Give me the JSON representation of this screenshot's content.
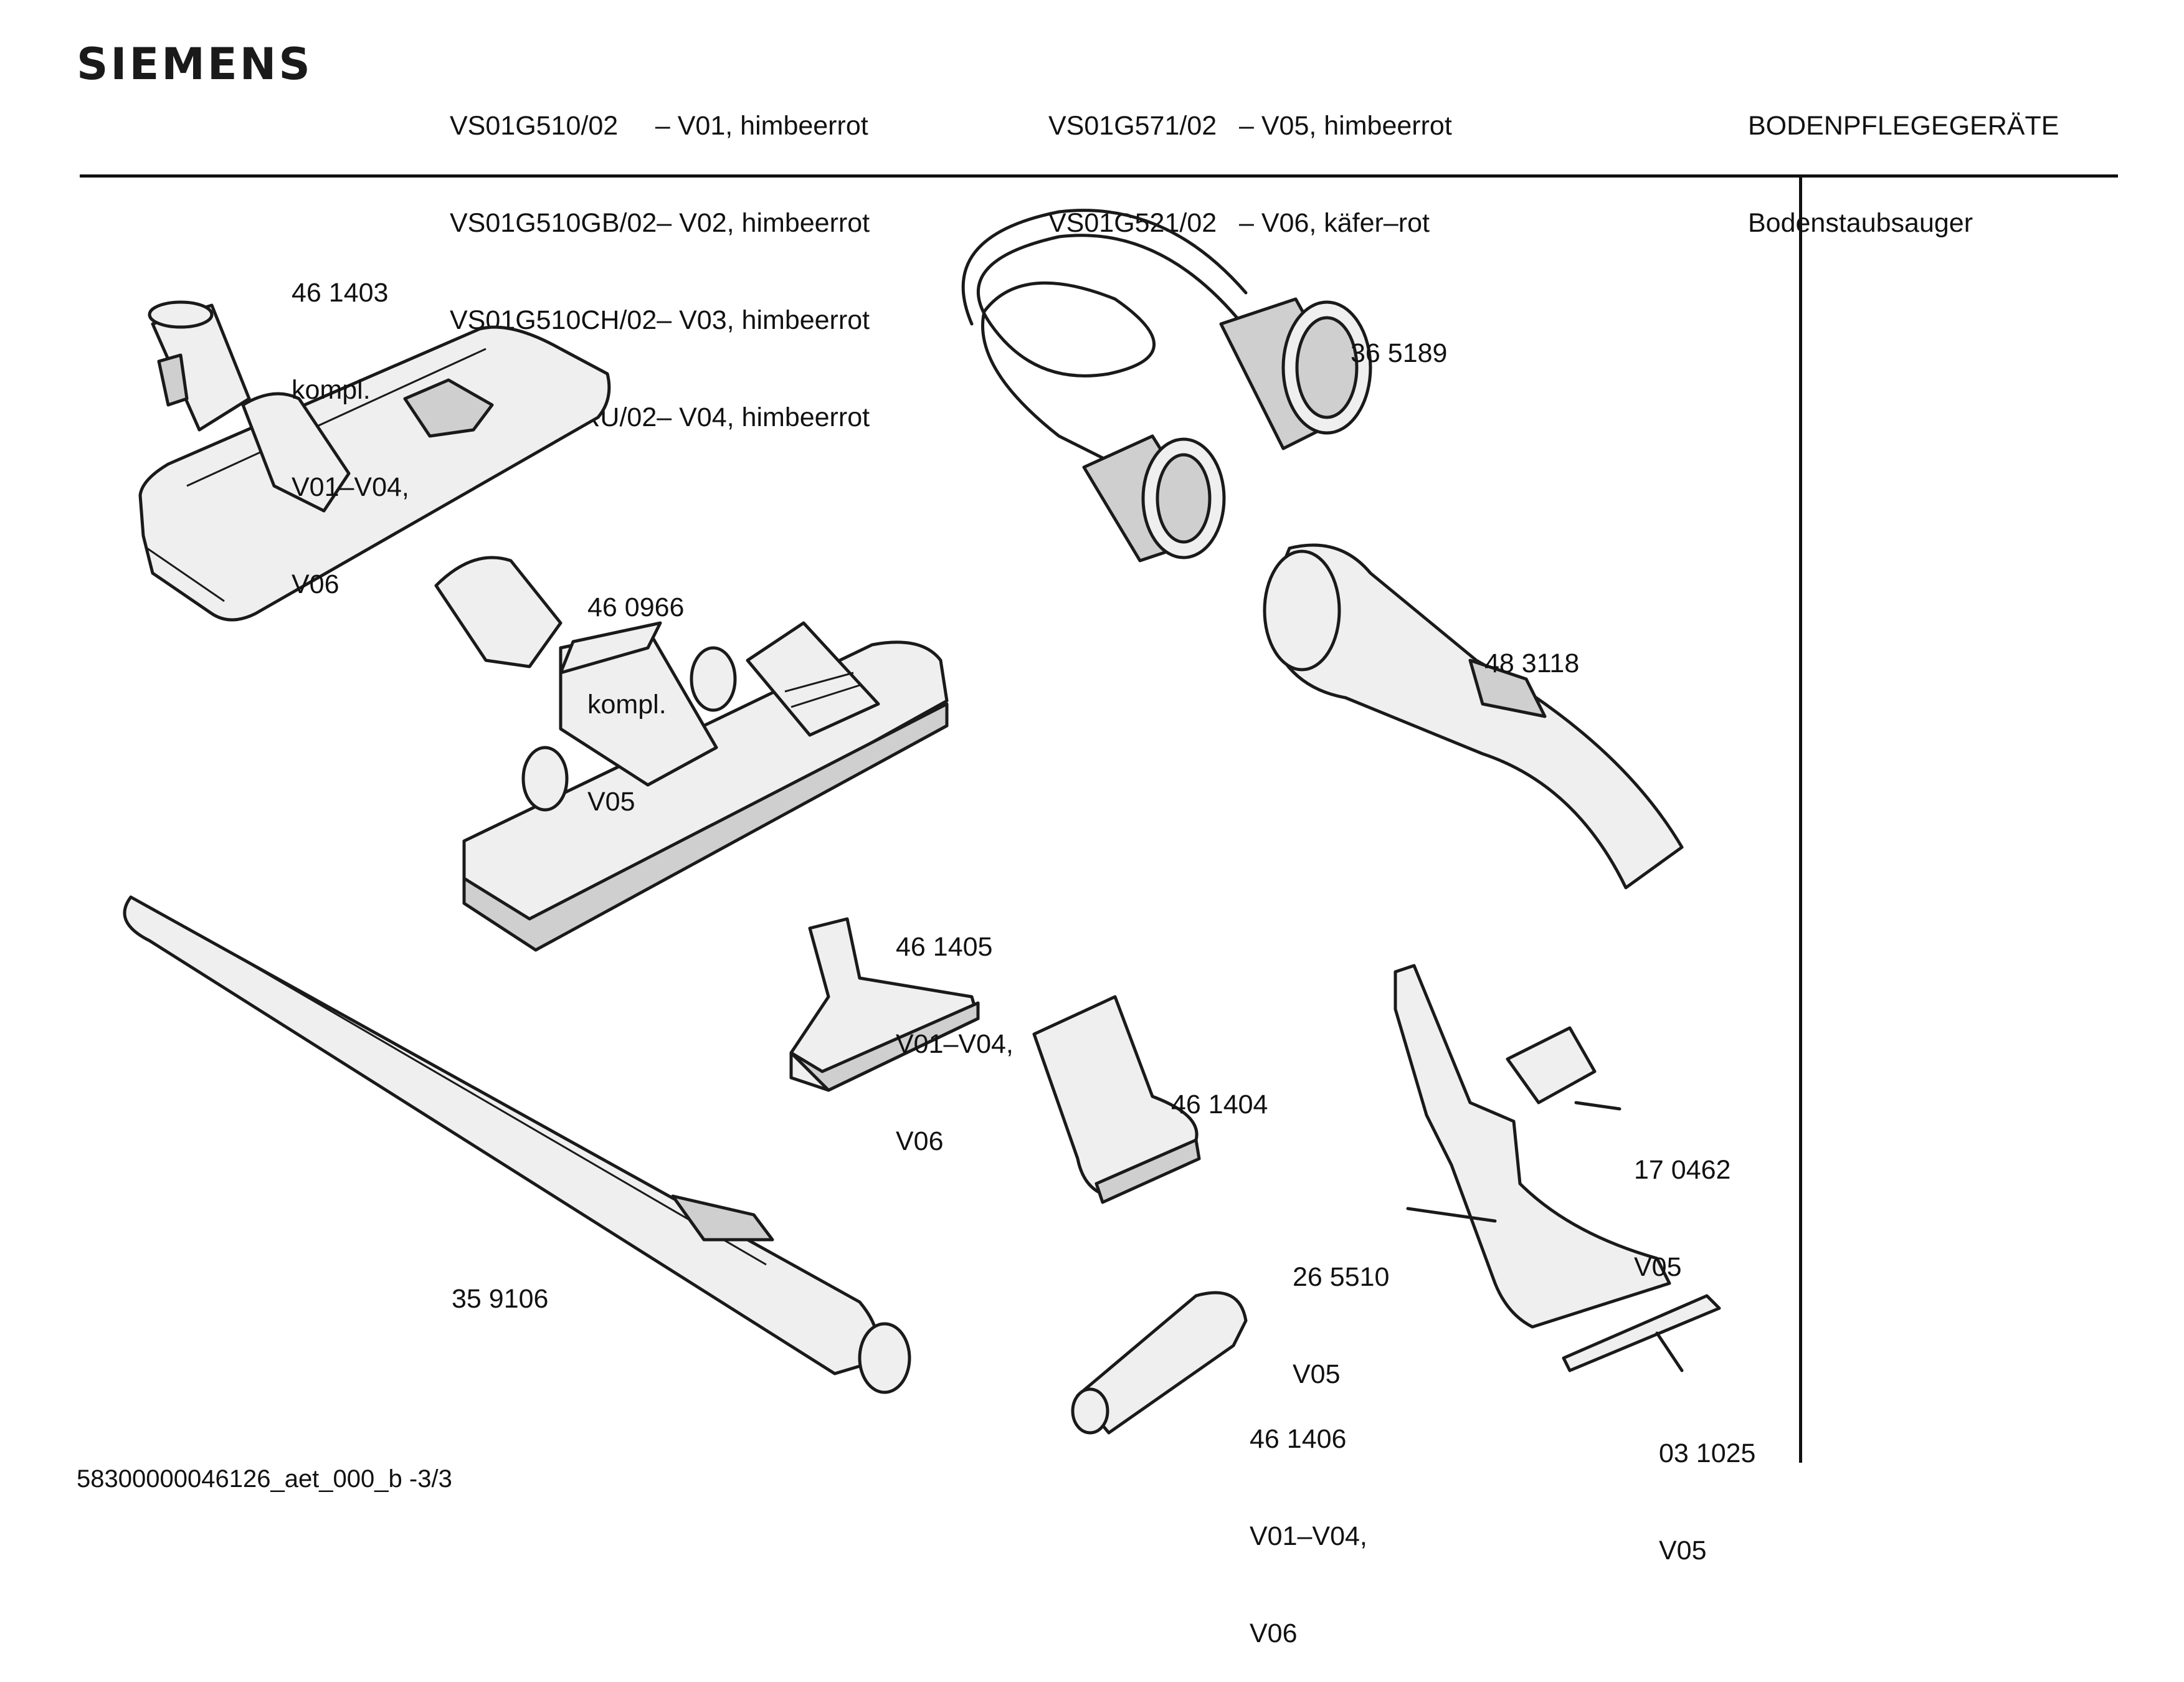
{
  "brand": "SIEMENS",
  "models_col1": [
    "VS01G510/02     – V01, himbeerrot",
    "VS01G510GB/02– V02, himbeerrot",
    "VS01G510CH/02– V03, himbeerrot",
    "VS01G510RU/02– V04, himbeerrot"
  ],
  "models_col2": [
    "VS01G571/02   – V05, himbeerrot",
    "VS01G521/02   – V06, käfer–rot"
  ],
  "category": [
    "BODENPFLEGEGERÄTE",
    "Bodenstaubsauger"
  ],
  "parts": {
    "floor_nozzle_a": [
      "46 1403",
      "kompl.",
      "V01–V04,",
      "V06"
    ],
    "floor_nozzle_b": [
      "46 0966",
      "kompl.",
      "V05"
    ],
    "hose": [
      "36 5189"
    ],
    "handle": [
      "48 3118"
    ],
    "upholstery_nozzle": [
      "46 1405",
      "V01–V04,",
      "V06"
    ],
    "brush_nozzle": [
      "46 1404"
    ],
    "telescopic_tube": [
      "35 9106"
    ],
    "clip": [
      "17 0462",
      "V05"
    ],
    "crevice_tool": [
      "26 5510",
      "V05"
    ],
    "crevice_nozzle": [
      "46 1406",
      "V01–V04,",
      "V06"
    ],
    "brush_strip": [
      "03 1025",
      "V05"
    ]
  },
  "footer": "58300000046126_aet_000_b -3/3"
}
